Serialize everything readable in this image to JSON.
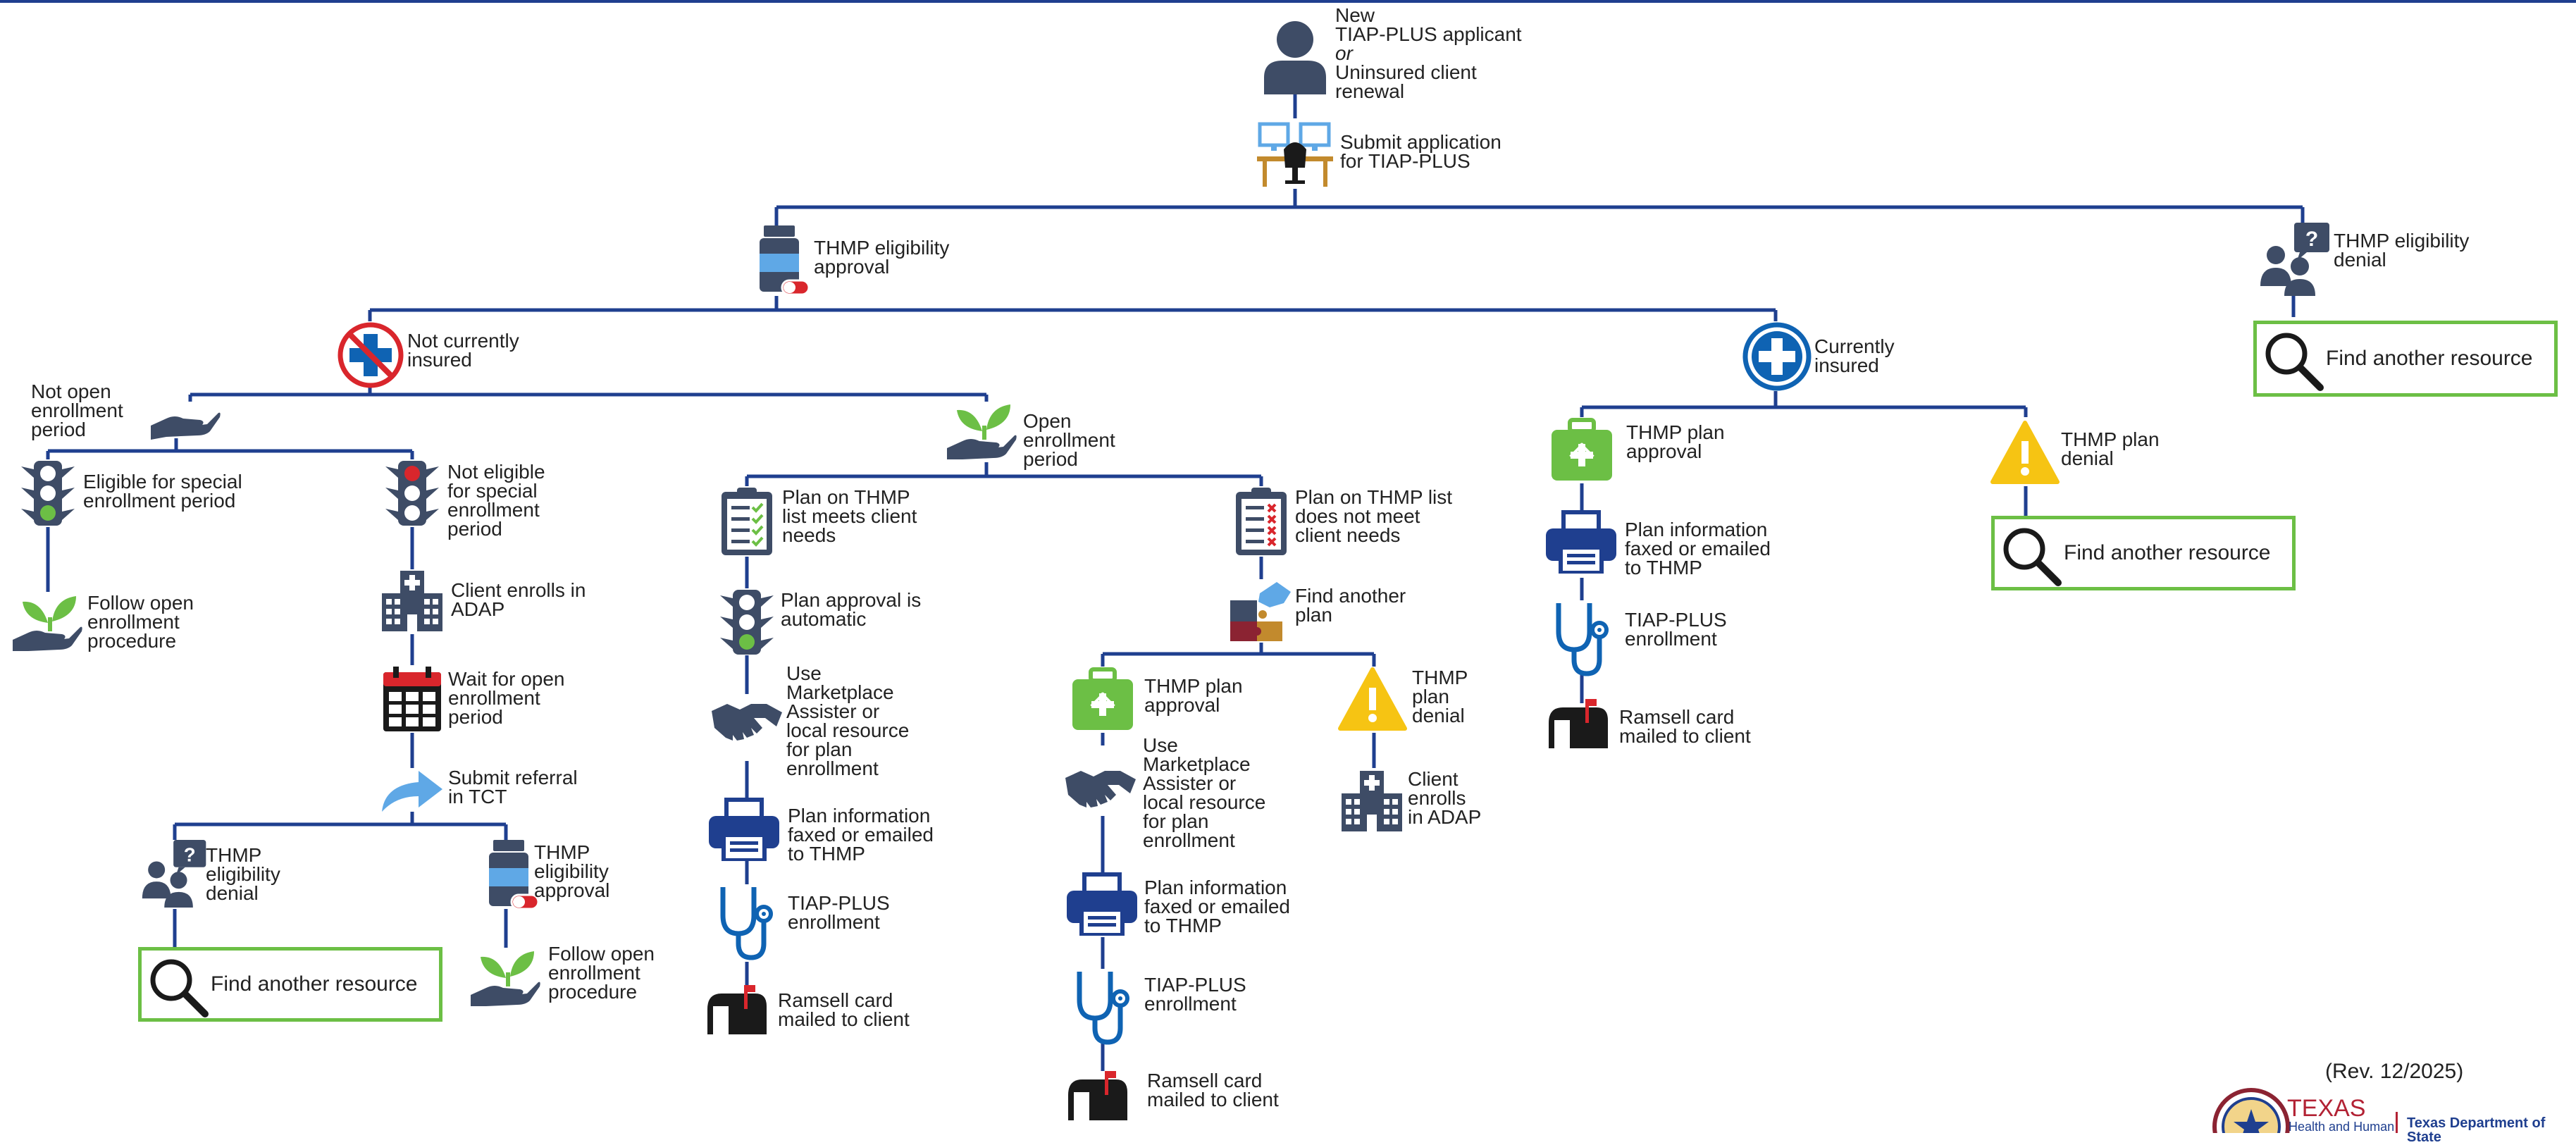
{
  "top": {
    "applicant": "New\nTIAP-PLUS applicant\nor\nUninsured client\nrenewal",
    "submit_application": "Submit application\nfor TIAP-PLUS"
  },
  "approval": "THMP eligibility\napproval",
  "denial": "THMP eligibility\ndenial",
  "find_another_resource": "Find another resource",
  "not_insured": {
    "title": "Not currently\ninsured",
    "not_open_period": "Not open\nenrollment\nperiod",
    "eligible_special": "Eligible for special\nenrollment period",
    "follow_open_1": "Follow open\nenrollment\nprocedure",
    "not_eligible_special": "Not eligible\nfor special\nenrollment\nperiod",
    "client_enrolls_adap": "Client enrolls in\nADAP",
    "wait_open": "Wait for open\nenrollment\nperiod",
    "submit_referral": "Submit referral\nin TCT",
    "sub_denial": "THMP\neligibility\ndenial",
    "sub_approval": "THMP\neligibility\napproval",
    "follow_open_2": "Follow open\nenrollment\nprocedure"
  },
  "open_period": {
    "title": "Open\nenrollment\nperiod",
    "plan_meets": "Plan on THMP\nlist meets client\nneeds",
    "plan_auto": "Plan approval is\nautomatic",
    "use_marketplace_1": "Use\nMarketplace\nAssister or\nlocal resource\nfor plan\nenrollment",
    "plan_info_1": "Plan information\nfaxed or emailed\nto THMP",
    "tiap_1": "TIAP-PLUS\nenrollment",
    "ramsell_1": "Ramsell card\nmailed to client",
    "plan_not_meet": "Plan on THMP list\ndoes not meet\nclient needs",
    "find_another_plan": "Find another\nplan",
    "plan_approval": "THMP plan\napproval",
    "use_marketplace_2": "Use\nMarketplace\nAssister or\nlocal resource\nfor plan\nenrollment",
    "plan_info_2": "Plan information\nfaxed or emailed\nto THMP",
    "tiap_2": "TIAP-PLUS\nenrollment",
    "ramsell_2": "Ramsell card\nmailed to client",
    "plan_denial": "THMP\nplan\ndenial",
    "client_enrolls_adap_2": "Client\nenrolls\nin ADAP"
  },
  "insured": {
    "title": "Currently\ninsured",
    "plan_approval": "THMP plan\napproval",
    "plan_info": "Plan information\nfaxed or emailed\nto THMP",
    "tiap": "TIAP-PLUS\nenrollment",
    "ramsell": "Ramsell card\nmailed to client",
    "plan_denial": "THMP plan\ndenial"
  },
  "footer": {
    "revision": "(Rev. 12/2025)",
    "logo_texas": "TEXAS",
    "logo_hhs": "Health and Human",
    "logo_dshs": "Texas Department of State"
  },
  "colors": {
    "connector": "#1f3f8f",
    "box_border": "#6cbf45",
    "navy_icon": "#3e4c66",
    "red": "#d9262c",
    "blue_plus": "#0f63b3",
    "green": "#6cbf45",
    "yellow": "#f6c413",
    "wood": "#c28a2d",
    "light_blue": "#5fa8e6"
  }
}
